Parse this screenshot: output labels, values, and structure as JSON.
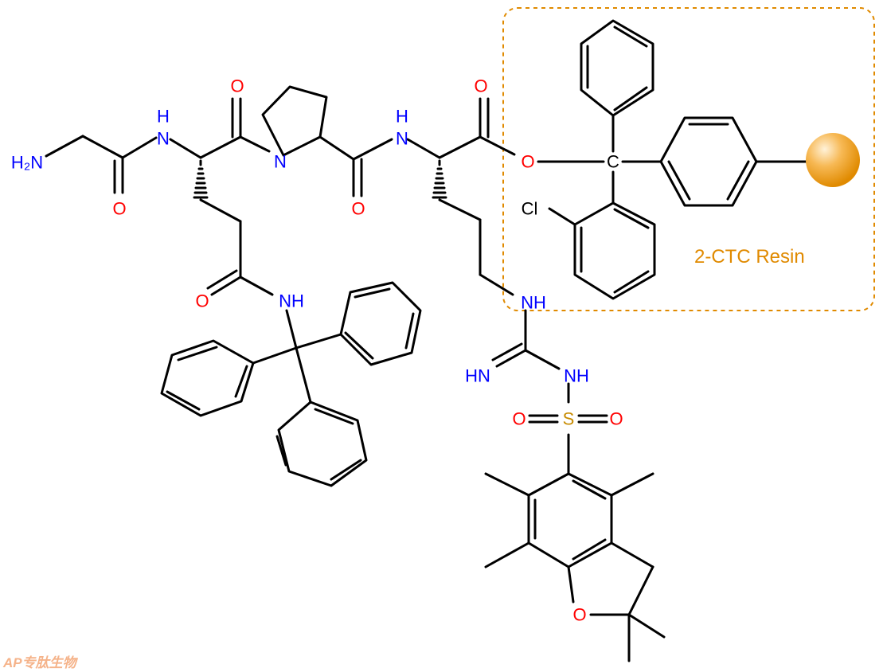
{
  "colors": {
    "bond": "#000000",
    "nitrogen": "#0000ff",
    "oxygen": "#ff0000",
    "chlorine": "#000000",
    "sulfur": "#c78b00",
    "resin": "#e08a00",
    "watermark": "#f5b38a"
  },
  "atoms": {
    "amine": "H₂N",
    "nh_gly": "H",
    "n_gly": "N",
    "o_gly": "O",
    "o_glu": "O",
    "n_pro": "N",
    "o_pro": "O",
    "nh_arg": "H",
    "n_arg": "N",
    "o_arg": "O",
    "o_ester": "O",
    "c_trityl": "C",
    "cl": "Cl",
    "o_side": "O",
    "nh_trt": "NH",
    "nh_guan": "NH",
    "hn_imine": "HN",
    "nh_sulf": "NH",
    "s": "S",
    "o_s_left": "O",
    "o_s_right": "O",
    "o_furan": "O"
  },
  "resin": {
    "label": "2-CTC Resin",
    "bead_icon": "resin-bead-icon"
  },
  "watermark": {
    "text": "AP专肽生物"
  }
}
